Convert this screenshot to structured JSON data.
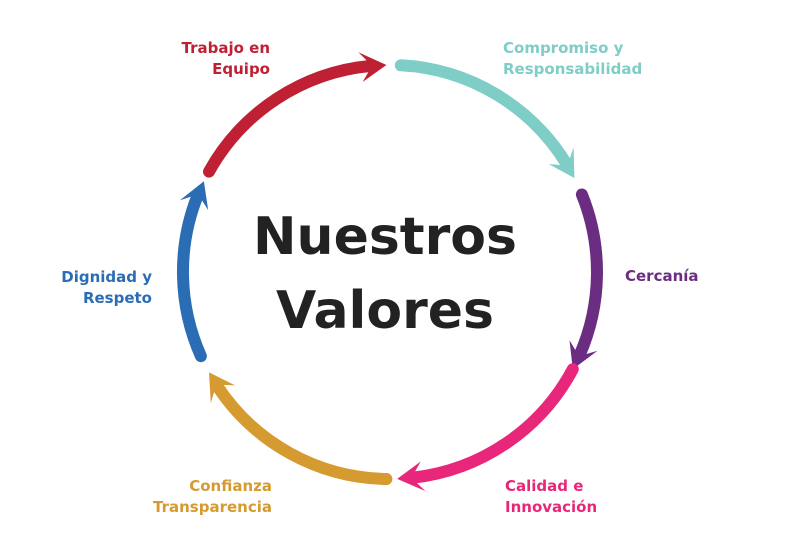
{
  "title": {
    "line1": "Nuestros",
    "line2": "Valores"
  },
  "values": [
    {
      "line1": "Trabajo en",
      "line2": "Equipo",
      "color": "#bf2033"
    },
    {
      "line1": "Compromiso y",
      "line2": "Responsabilidad",
      "color": "#7ecdc7"
    },
    {
      "line1": "Cercanía",
      "line2": "",
      "color": "#6b2d82"
    },
    {
      "line1": "Calidad e",
      "line2": "Innovación",
      "color": "#e8267a"
    },
    {
      "line1": "Confianza",
      "line2": "Transparencia",
      "color": "#d69b30"
    },
    {
      "line1": "Dignidad y",
      "line2": "Respeto",
      "color": "#2b6db5"
    }
  ],
  "title_color": "#222222"
}
